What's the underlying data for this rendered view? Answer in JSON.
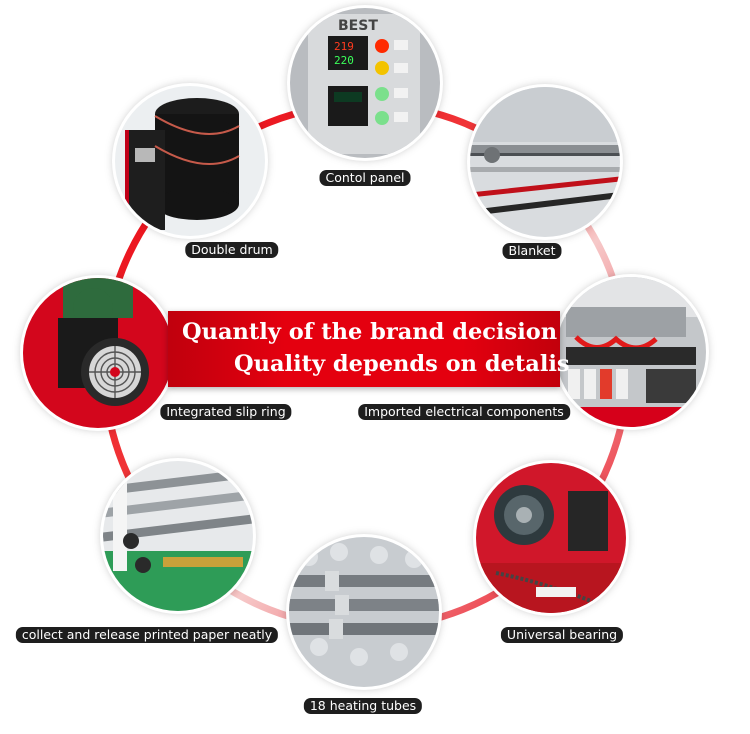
{
  "banner": {
    "line1": "Quantly of the brand decision",
    "line2": "Quality depends on detalis"
  },
  "features": [
    {
      "label": "Contol panel",
      "image": "control-panel-photo"
    },
    {
      "label": "Blanket",
      "image": "blanket-photo"
    },
    {
      "label": "Imported electrical components",
      "image": "electrical-components-photo"
    },
    {
      "label": "Universal bearing",
      "image": "universal-bearing-photo"
    },
    {
      "label": "18 heating tubes",
      "image": "heating-tubes-photo"
    },
    {
      "label": "collect and release printed paper neatly",
      "image": "paper-rollers-photo"
    },
    {
      "label": "Integrated slip ring",
      "image": "slip-ring-photo"
    },
    {
      "label": "Double drum",
      "image": "double-drum-photo"
    }
  ],
  "panel_brand": "BEST",
  "panel_readouts": [
    "219",
    "220"
  ],
  "colors": {
    "accent_red": "#e4000f",
    "label_bg": "#1e1e1e",
    "ring_red": "#e8000f"
  }
}
